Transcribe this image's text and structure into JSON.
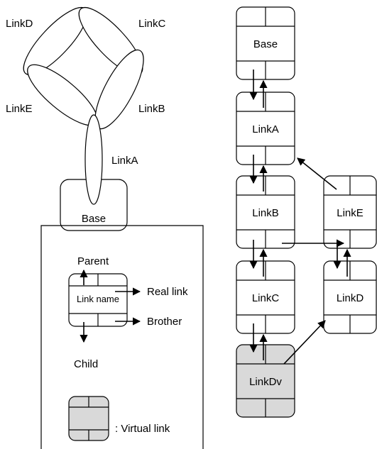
{
  "mechanism": {
    "links": {
      "base": "Base",
      "linkA": "LinkA",
      "linkB": "LinkB",
      "linkC": "LinkC",
      "linkD": "LinkD",
      "linkE": "LinkE"
    }
  },
  "legend": {
    "parent": "Parent",
    "link_name": "Link name",
    "real_link": "Real link",
    "brother": "Brother",
    "child": "Child",
    "virtual_link": ": Virtual link"
  },
  "tree": {
    "nodes": {
      "base": "Base",
      "linkA": "LinkA",
      "linkB": "LinkB",
      "linkC": "LinkC",
      "linkDv": "LinkDv",
      "linkE": "LinkE",
      "linkD": "LinkD"
    }
  },
  "colors": {
    "stroke": "#000000",
    "virtual_fill": "#d9d9d9",
    "background": "#ffffff"
  }
}
